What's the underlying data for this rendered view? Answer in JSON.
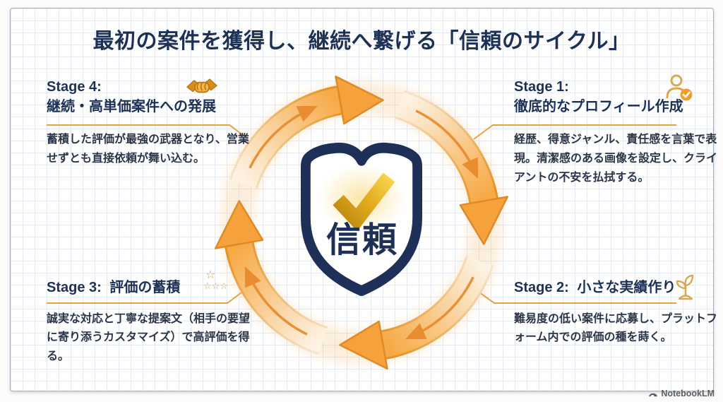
{
  "title": "最初の案件を獲得し、継続へ繋げる「信頼のサイクル」",
  "center": {
    "label": "信頼",
    "icon": "shield-check-icon"
  },
  "stages": [
    {
      "label": "Stage 1:",
      "name": "徹底的なプロフィール作成",
      "body": "経歴、得意ジャンル、責任感を言葉で表現。清潔感のある画像を設定し、クライアントの不安を払拭する。",
      "icon": "person-check-icon"
    },
    {
      "label": "Stage 2:",
      "name": "小さな実績作り",
      "body": "難易度の低い案件に応募し、プラットフォーム内での評価の種を蒔く。",
      "icon": "sprout-icon"
    },
    {
      "label": "Stage 3:",
      "name": "評価の蓄積",
      "body": "誠実な対応と丁寧な提案文（相手の要望に寄り添うカスタマイズ）で高評価を得る。",
      "icon": "stars-icon"
    },
    {
      "label": "Stage 4:",
      "name": "継続・高単価案件への発展",
      "body": "蓄積した評価が最強の武器となり、営業せずとも直接依頼が舞い込む。",
      "icon": "handshake-icon"
    }
  ],
  "icons": {
    "stars_row1": "☆",
    "stars_row2": "☆☆☆"
  },
  "footer": {
    "brand": "NotebookLM"
  },
  "colors": {
    "navy": "#1d3156",
    "orange": "#f6a33f",
    "orange_dark": "#e5921f",
    "gold": "#f0b429",
    "grid": "#e4eaf3"
  }
}
